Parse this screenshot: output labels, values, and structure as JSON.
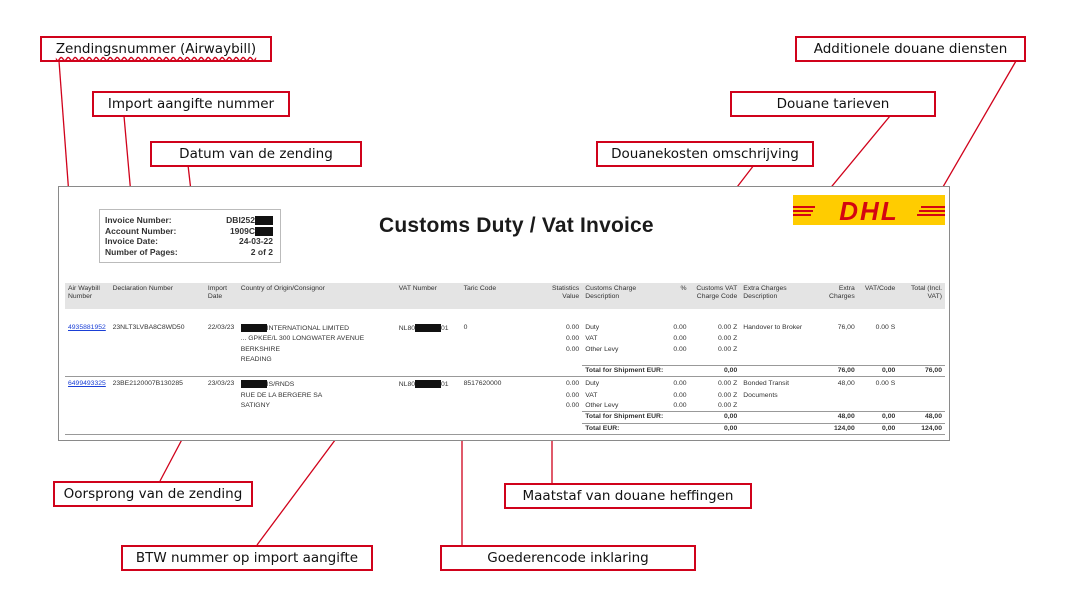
{
  "callouts": {
    "airwaybill": "Zendingsnummer (Airwaybill)",
    "import_declaration": "Import aangifte nummer",
    "shipment_date": "Datum van de zending",
    "additional_services": "Additionele douane diensten",
    "customs_rates": "Douane tarieven",
    "customs_charge_desc": "Douanekosten omschrijving",
    "origin": "Oorsprong van de zending",
    "basis": "Maatstaf van douane heffingen",
    "vat_number": "BTW nummer op import aangifte",
    "commodity_code": "Goederencode inklaring"
  },
  "invoice": {
    "title": "Customs Duty / Vat Invoice",
    "meta": [
      {
        "label": "Invoice Number:",
        "value": "DBI252"
      },
      {
        "label": "Account Number:",
        "value": "1909C"
      },
      {
        "label": "Invoice Date:",
        "value": "24-03-22"
      },
      {
        "label": "Number of Pages:",
        "value": "2 of 2"
      }
    ],
    "columns": {
      "awb": "Air Waybill Number",
      "decl": "Declaration Number",
      "date": "Import Date",
      "origin": "Country of Origin/Consignor",
      "vat": "VAT Number",
      "taric": "Taric Code",
      "stat": "Statistics Value",
      "desc": "Customs Charge Description",
      "pct": "%",
      "charge": "Customs VAT Charge Code",
      "extra_desc": "Extra Charges Description",
      "extra_charges": "Extra Charges",
      "extra_vat": "VAT/Code",
      "total": "Total (Incl. VAT)"
    },
    "shipment1": {
      "awb": "4935881952",
      "decl": "23NLT3LVBA8C8WD50",
      "date": "22/03/23",
      "origin1": "INTERNATIONAL LIMITED",
      "origin2": "... GPKEE/L 300 LONGWATER AVENUE",
      "origin3": "BERKSHIRE",
      "origin4": "READING",
      "vat_a": "NL80",
      "vat_b": "01",
      "taric": "0",
      "lines": [
        {
          "stat": "0.00",
          "desc": "Duty",
          "pct": "0.00",
          "charge": "0.00 Z"
        },
        {
          "stat": "0.00",
          "desc": "VAT",
          "pct": "0.00",
          "charge": "0.00 Z"
        },
        {
          "stat": "0.00",
          "desc": "Other Levy",
          "pct": "0.00",
          "charge": "0.00 Z"
        }
      ],
      "extra_desc": "Handover to Broker",
      "extra_charges": "76,00",
      "extra_vat": "0.00 S",
      "total_label": "Total for Shipment EUR:",
      "total_charge": "0,00",
      "total_extra": "76,00",
      "total_vat": "0,00",
      "total_all": "76,00"
    },
    "shipment2": {
      "awb": "6499493325",
      "decl": "23BE2120007B130285",
      "date": "23/03/23",
      "origin1": "IS/RNDS",
      "origin2": "RUE DE LA BERGERE SA",
      "origin3": "SATIGNY",
      "vat_a": "NL80",
      "vat_b": "01",
      "taric": "8517620000",
      "lines": [
        {
          "stat": "0.00",
          "desc": "Duty",
          "pct": "0.00",
          "charge": "0.00 Z"
        },
        {
          "stat": "0.00",
          "desc": "VAT",
          "pct": "0.00",
          "charge": "0.00 Z"
        },
        {
          "stat": "0.00",
          "desc": "Other Levy",
          "pct": "0.00",
          "charge": "0.00 Z"
        }
      ],
      "extra_desc1": "Bonded Transit",
      "extra_desc2": "Documents",
      "extra_charges": "48,00",
      "extra_vat": "0.00 S",
      "total_label": "Total for Shipment EUR:",
      "total_charge": "0,00",
      "total_extra": "48,00",
      "total_vat": "0,00",
      "total_all": "48,00"
    },
    "grand": {
      "label": "Total EUR:",
      "charge": "0,00",
      "extra": "124,00",
      "vat": "0,00",
      "total": "124,00"
    },
    "logo_text": "DHL"
  },
  "colors": {
    "accent_red": "#d0021b",
    "dhl_yellow": "#ffcc00",
    "dhl_red": "#d40511"
  }
}
